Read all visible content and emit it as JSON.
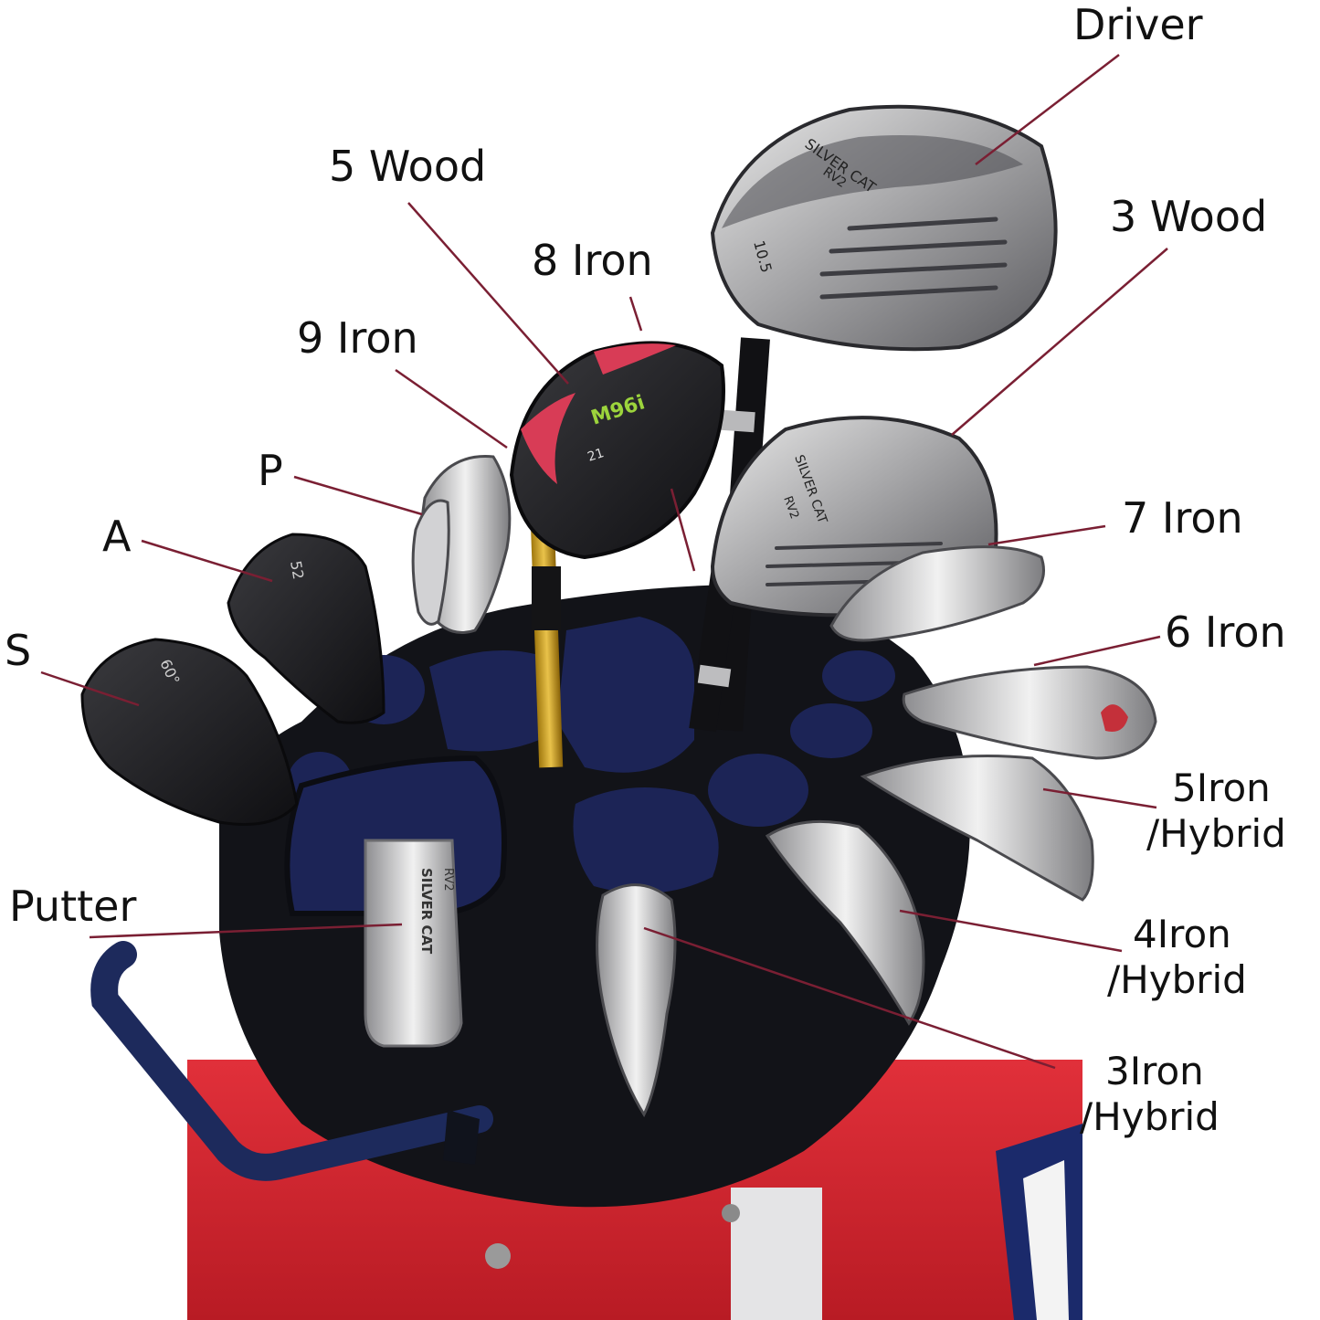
{
  "labels": {
    "driver": "Driver",
    "wood5": "5 Wood",
    "wood3": "3 Wood",
    "iron8": "8 Iron",
    "iron9": "9 Iron",
    "p": "P",
    "a": "A",
    "s": "S",
    "iron7": "7 Iron",
    "iron6": "6 Iron",
    "iron5_l1": "5Iron",
    "iron5_l2": "/Hybrid",
    "iron4_l1": "4Iron",
    "iron4_l2": "/Hybrid",
    "iron3_l1": "3Iron",
    "iron3_l2": "/Hybrid",
    "putter": "Putter"
  },
  "club_markings": {
    "driver_brand": "SILVER CAT",
    "driver_model": "RV2",
    "driver_loft": "10.5",
    "hybrid_model": "M96i",
    "hybrid_loft": "21",
    "wood3_brand": "SILVER CAT",
    "wood3_model": "RV2",
    "sand_wedge_loft": "60°",
    "approach_wedge_loft": "52",
    "putter_brand": "SILVER CAT",
    "putter_model": "RV2"
  },
  "colors": {
    "leader_line": "#7a1f33",
    "bag_top": "#121318",
    "divider_lining": "#1c2456",
    "bag_body": "#d8262e",
    "handle": "#1d2a5c"
  }
}
